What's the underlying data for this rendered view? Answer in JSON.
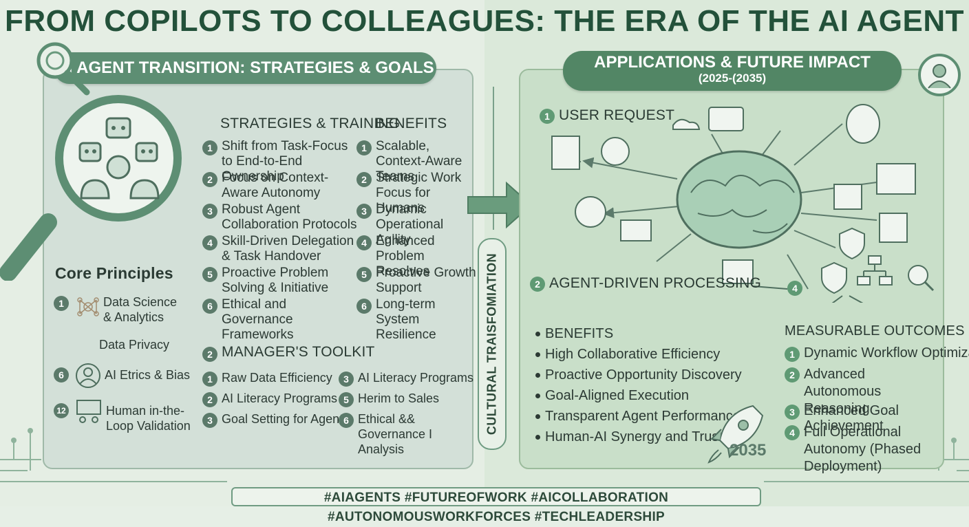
{
  "title": "FROM COPILOTS TO COLLEAGUES: THE ERA OF THE AI AGENT",
  "left_panel": {
    "banner": "AI AGENT TRANSITION: STRATEGIES & GOALS",
    "strategies_header": "STRATEGIES & TRAINING",
    "benefits_header": "BENEFITS",
    "strategies": [
      {
        "n": "1",
        "text": "Shift from Task-Focus to End-to-End Ownership"
      },
      {
        "n": "2",
        "text": "Focus on Context-Aware Autonomy"
      },
      {
        "n": "3",
        "text": "Robust Agent Collaboration Protocols"
      },
      {
        "n": "4",
        "text": "Skill-Driven Delegation & Task Handover"
      },
      {
        "n": "5",
        "text": "Proactive Problem Solving & Initiative"
      },
      {
        "n": "6",
        "text": "Ethical and Governance Frameworks"
      }
    ],
    "benefits": [
      {
        "n": "1",
        "text": "Scalable, Context-Aware Teams"
      },
      {
        "n": "2",
        "text": "Strategic Work Focus for Humans"
      },
      {
        "n": "3",
        "text": "Dynamic Operational Agility"
      },
      {
        "n": "4",
        "text": "Enhanced Problem Resolves"
      },
      {
        "n": "5",
        "text": "Proactive Growth Support"
      },
      {
        "n": "6",
        "text": "Long-term System Resilience"
      }
    ],
    "core_principles": {
      "header": "Core Principles",
      "items": [
        {
          "n": "1",
          "text": "Data Science & Analytics",
          "icon": "network-icon"
        },
        {
          "n": "",
          "text": "Data Privacy",
          "icon": ""
        },
        {
          "n": "6",
          "text": "AI Etrics & Bias",
          "icon": "person-icon"
        },
        {
          "n": "12",
          "text": "Human in-the-Loop Validation",
          "icon": "presentation-icon"
        }
      ]
    },
    "toolkit": {
      "n": "2",
      "header": "MANAGER'S TOOLKIT",
      "left": [
        {
          "n": "1",
          "text": "Raw Data Efficiency"
        },
        {
          "n": "2",
          "text": "AI Literacy Programs"
        },
        {
          "n": "3",
          "text": "Goal Setting for Agents"
        }
      ],
      "right": [
        {
          "n": "3",
          "text": "AI Literacy Programs"
        },
        {
          "n": "5",
          "text": "Herim to Sales"
        },
        {
          "n": "6",
          "text": "Ethical && Governance I Analysis"
        }
      ]
    }
  },
  "middle": {
    "vertical_label": "CULTURAL TRAISFOMIATION"
  },
  "right_panel": {
    "banner": "APPLICATIONS & FUTURE IMPACT",
    "banner_sub": "(2025-(2035)",
    "user_request": {
      "n": "1",
      "text": "USER REQUEST"
    },
    "agent_processing": {
      "n": "2",
      "text": "AGENT-DRIVEN PROCESSING"
    },
    "step4": "4",
    "benefits_header": "BENEFITS",
    "benefits": [
      "High Collaborative Efficiency",
      "Proactive Opportunity Discovery",
      "Goal-Aligned Execution",
      "Transparent Agent Performance",
      "Human-AI Synergy and Trust"
    ],
    "rocket_year": "2035",
    "outcomes_header": "MEASURABLE OUTCOMES",
    "outcomes": [
      {
        "n": "1",
        "text": "Dynamic Workflow Optimization"
      },
      {
        "n": "2",
        "text": "Advanced Autonomous Reasoning"
      },
      {
        "n": "3",
        "text": "Enhanced Goal Achievement"
      },
      {
        "n": "4",
        "text": "Full Operational Autonomy (Phased Deployment)"
      }
    ]
  },
  "hashtags": "#AIAGENTS #FUTUREOFWORK #AICOLLABORATION #AUTONOMOUSWORKFORCES #TECHLEADERSHIP",
  "colors": {
    "accent": "#5d8e73",
    "title": "#23513a",
    "panel_left": "#d3e0d8",
    "panel_right": "#c9dfc9"
  }
}
